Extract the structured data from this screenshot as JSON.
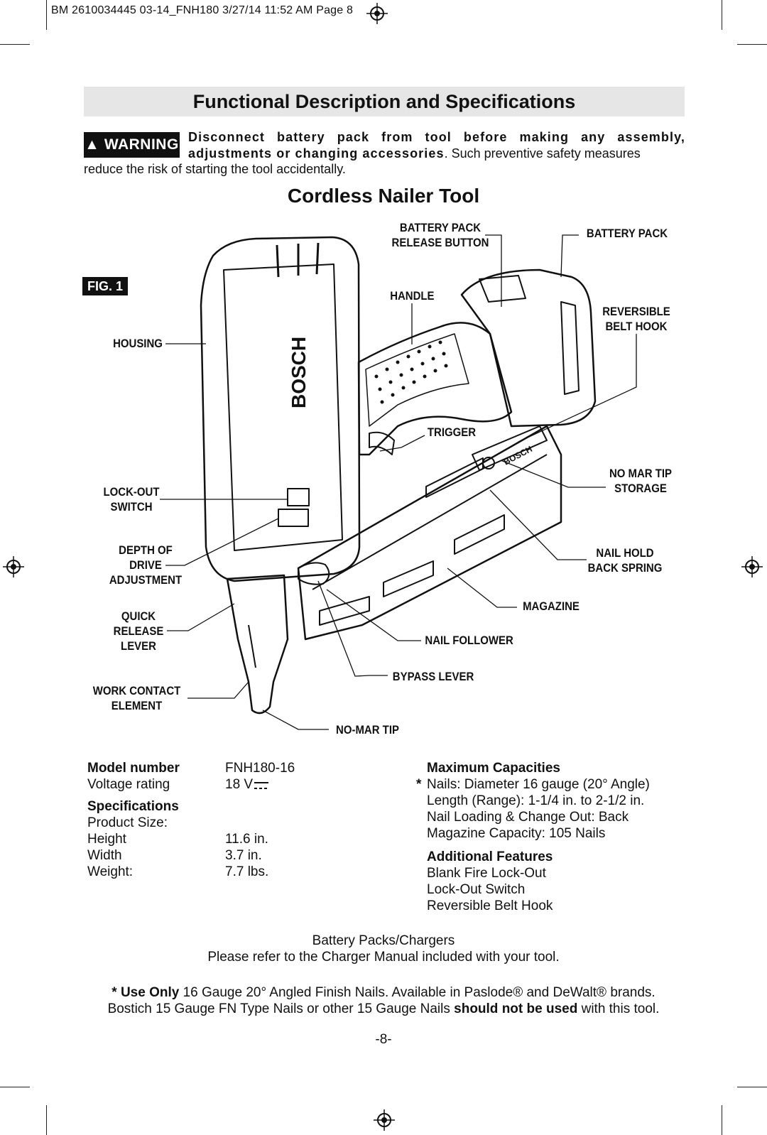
{
  "print_header": "BM 2610034445 03-14_FNH180  3/27/14  11:52 AM  Page 8",
  "title": "Functional Description and Specifications",
  "warning": {
    "badge_label": "WARNING",
    "bold_text": "Disconnect battery pack from tool before making any assembly, adjustments or changing accessories",
    "normal_text": ". Such preventive safety measures",
    "line3": "reduce the risk of starting the tool accidentally."
  },
  "subtitle": "Cordless Nailer Tool",
  "figure": {
    "tag": "FIG. 1",
    "brand_mark": "BOSCH",
    "labels": {
      "battery_pack_release_1": "BATTERY PACK",
      "battery_pack_release_2": "RELEASE BUTTON",
      "battery_pack": "BATTERY PACK",
      "handle": "HANDLE",
      "reversible_belt_hook_1": "REVERSIBLE",
      "reversible_belt_hook_2": "BELT HOOK",
      "housing": "HOUSING",
      "trigger": "TRIGGER",
      "no_mar_tip_storage_1": "NO MAR TIP",
      "no_mar_tip_storage_2": "STORAGE",
      "lock_out_switch_1": "LOCK-OUT",
      "lock_out_switch_2": "SWITCH",
      "depth_of_drive_1": "DEPTH OF",
      "depth_of_drive_2": "DRIVE",
      "depth_of_drive_3": "ADJUSTMENT",
      "nail_hold_back_spring_1": "NAIL HOLD",
      "nail_hold_back_spring_2": "BACK SPRING",
      "magazine": "MAGAZINE",
      "quick_release_lever_1": "QUICK",
      "quick_release_lever_2": "RELEASE",
      "quick_release_lever_3": "LEVER",
      "nail_follower": "NAIL FOLLOWER",
      "bypass_lever": "BYPASS LEVER",
      "work_contact_element_1": "WORK CONTACT",
      "work_contact_element_2": "ELEMENT",
      "no_mar_tip": "NO-MAR TIP"
    }
  },
  "specs_left": {
    "model_label": "Model number",
    "model_value": "FNH180-16",
    "voltage_label": "Voltage rating",
    "voltage_value": "18 V",
    "specifications_heading": "Specifications",
    "product_size": "Product Size:",
    "height_label": "Height",
    "height_value": "11.6 in.",
    "width_label": "Width",
    "width_value": "3.7 in.",
    "weight_label": "Weight:",
    "weight_value": "7.7 lbs."
  },
  "specs_right": {
    "max_cap_heading": "Maximum Capacities",
    "asterisk": "*",
    "lines": [
      "Nails: Diameter 16 gauge (20° Angle)",
      "Length (Range): 1-1/4 in. to 2-1/2 in.",
      "Nail Loading & Change Out: Back",
      "Magazine Capacity: 105 Nails"
    ],
    "features_heading": "Additional Features",
    "features": [
      "Blank Fire Lock-Out",
      "Lock-Out Switch",
      "Reversible Belt Hook"
    ]
  },
  "battery": {
    "heading": "Battery Packs/Chargers",
    "text": "Please refer to the Charger Manual included with your tool."
  },
  "footnote": {
    "star": "*",
    "bold1": "Use Only",
    "text1": " 16 Gauge 20° Angled Finish Nails.  Available in Paslode® and DeWalt® brands.",
    "text2a": "Bostich 15 Gauge FN Type Nails or other 15 Gauge Nails ",
    "bold2": "should not be used",
    "text2b": " with this tool."
  },
  "page_number": "-8-"
}
